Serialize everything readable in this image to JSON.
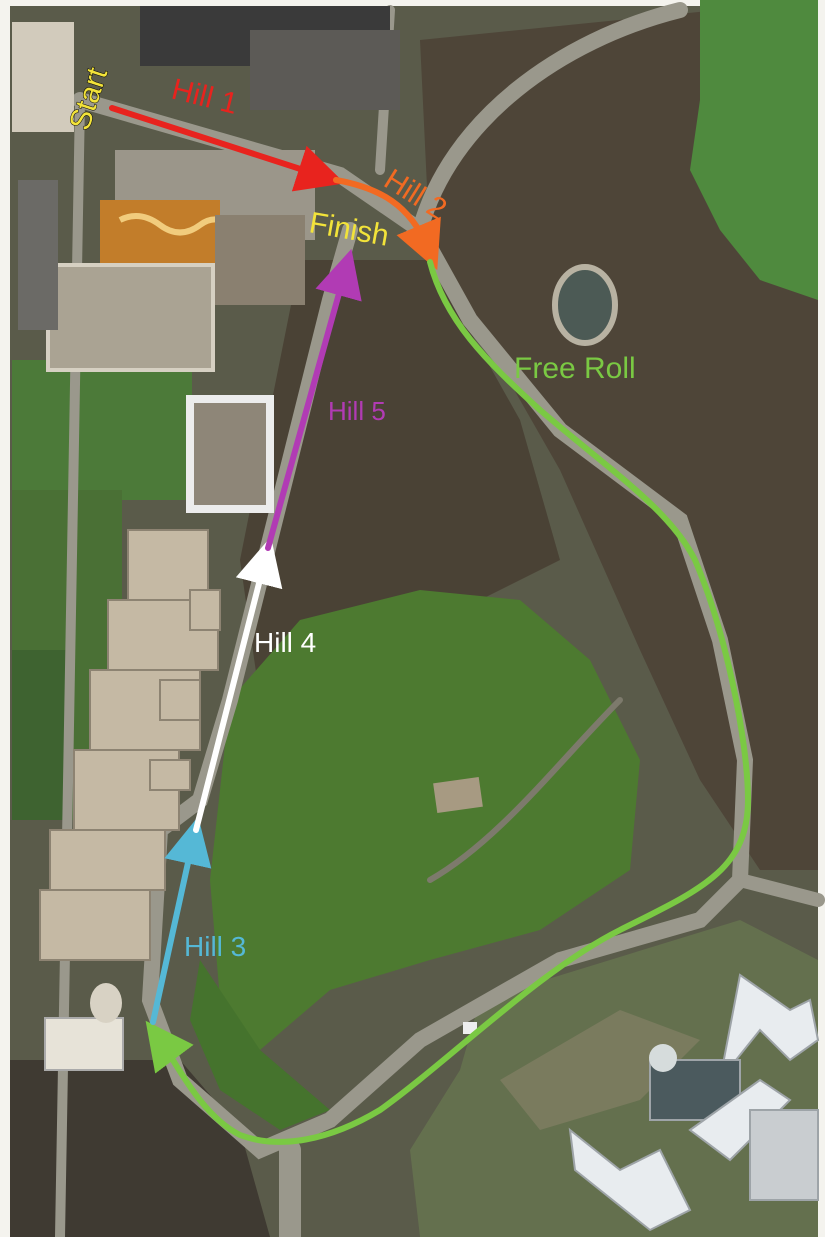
{
  "labels": {
    "start": "Start",
    "finish": "Finish",
    "hill1": "Hill 1",
    "hill2": "Hill 2",
    "hill3": "Hill 3",
    "hill4": "Hill 4",
    "hill5": "Hill 5",
    "free_roll": "Free Roll"
  },
  "colors": {
    "start": "#f2e33a",
    "finish": "#f2e33a",
    "hill1": "#e8231e",
    "hill2": "#f26a22",
    "hill3": "#55b8d6",
    "hill4": "#ffffff",
    "hill5": "#b13bb4",
    "free_roll": "#7ac943"
  }
}
